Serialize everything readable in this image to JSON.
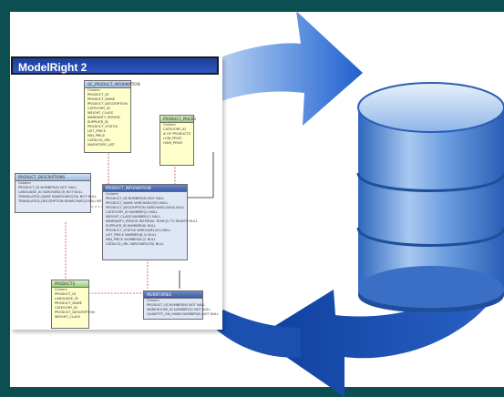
{
  "header": {
    "title": "ModelRight 2"
  },
  "colors": {
    "frame": "#0b4f50",
    "title_bar": "#2d56c0",
    "arrow_blue": "#2a63c8",
    "db_blue": "#4f86d2"
  },
  "icons": [
    "sync-arrows-icon",
    "database-icon"
  ],
  "diagram": {
    "tables": [
      {
        "name": "OC_PRODUCT_INFORMATION",
        "rows": [
          "Column",
          "PRODUCT_ID",
          "PRODUCT_NAME",
          "PRODUCT_DESCRIPTION",
          "CATEGORY_ID",
          "WEIGHT_CLASS",
          "WARRANTY_PERIOD",
          "SUPPLIER_ID",
          "PRODUCT_STATUS",
          "LIST_PRICE",
          "MIN_PRICE",
          "CATALOG_URL",
          "INVENTORY_LIST"
        ]
      },
      {
        "name": "PRODUCT_PRICES",
        "rows": [
          "Column",
          "CATEGORY_ID",
          "# OF PRODUCTS",
          "LOW_PRICE",
          "HIGH_PRICE"
        ]
      },
      {
        "name": "PRODUCT_DESCRIPTIONS",
        "rows": [
          "Column",
          "PRODUCT_ID        NUMBER(6)        NOT NULL",
          "LANGUAGE_ID       VARCHAR2(3)      NOT NULL",
          "TRANSLATED_NAME   NVARCHAR2(50)    NOT NULL",
          "TRANSLATED_DESCRIPTION NVARCHAR2(2000) NOT NULL"
        ]
      },
      {
        "name": "PRODUCT_INFORMATION",
        "rows": [
          "Column",
          "PRODUCT_ID         NUMBER(6)        NOT NULL",
          "PRODUCT_NAME       VARCHAR2(50)     NULL",
          "PRODUCT_DESCRIPTION VARCHAR2(2000)  NULL",
          "CATEGORY_ID        NUMBER(2)        NULL",
          "WEIGHT_CLASS       NUMBER(1)        NULL",
          "WARRANTY_PERIOD    INTERVAL YEAR(2) TO MONTH NULL",
          "SUPPLIER_ID        NUMBER(6)        NULL",
          "PRODUCT_STATUS     VARCHAR2(20)     NULL",
          "LIST_PRICE         NUMBER(8,2)      NULL",
          "MIN_PRICE          NUMBER(8,2)      NULL",
          "CATALOG_URL        VARCHAR2(50)     NULL"
        ]
      },
      {
        "name": "PRODUCTS",
        "rows": [
          "Column",
          "PRODUCT_ID",
          "LANGUAGE_ID",
          "PRODUCT_NAME",
          "CATEGORY_ID",
          "PRODUCT_DESCRIPTION",
          "WEIGHT_CLASS"
        ]
      },
      {
        "name": "INVENTORIES",
        "rows": [
          "Column",
          "PRODUCT_ID        NUMBER(6)  NOT NULL",
          "WAREHOUSE_ID      NUMBER(3)  NOT NULL",
          "QUANTITY_ON_HAND  NUMBER(8)  NOT NULL"
        ]
      }
    ]
  }
}
